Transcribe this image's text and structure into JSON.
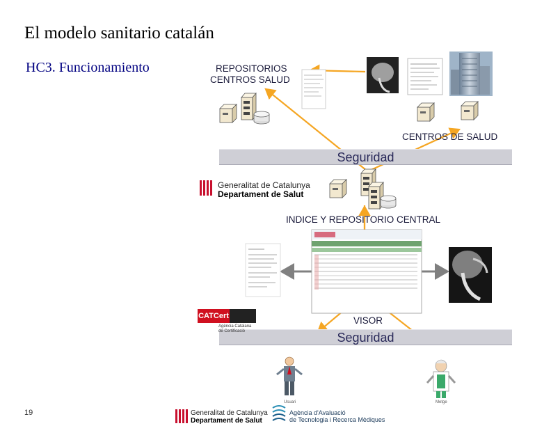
{
  "slide": {
    "title": "El modelo sanitario catalán",
    "subtitle": "HC3.  Funcionamiento",
    "page_number": "19"
  },
  "labels": {
    "repositorios_line1": "REPOSITORIOS",
    "repositorios_line2": "CENTROS SALUD",
    "centros_salud": "CENTROS DE SALUD",
    "indice": "INDICE Y REPOSITORIO CENTRAL",
    "visor": "VISOR"
  },
  "security_bars": [
    "Seguridad",
    "Seguridad"
  ],
  "logos": {
    "gencat_line1": "Generalitat de Catalunya",
    "gencat_line2": "Departament de Salut",
    "catcert_brand": "CATCert",
    "catcert_line1": "Agència Catalana",
    "catcert_line2": "de Certificació",
    "aatrm_line1": "Agència d'Avaluació",
    "aatrm_line2": "de Tecnologia i Recerca Mèdiques"
  },
  "people": {
    "user": "Usuari",
    "doctor": "Metge"
  },
  "colors": {
    "arrow": "#f5a623",
    "arrow_gray": "#808080",
    "title_blue": "#000080",
    "security_bar": "#cfcfd6",
    "server_body": "#f2e8cf"
  }
}
